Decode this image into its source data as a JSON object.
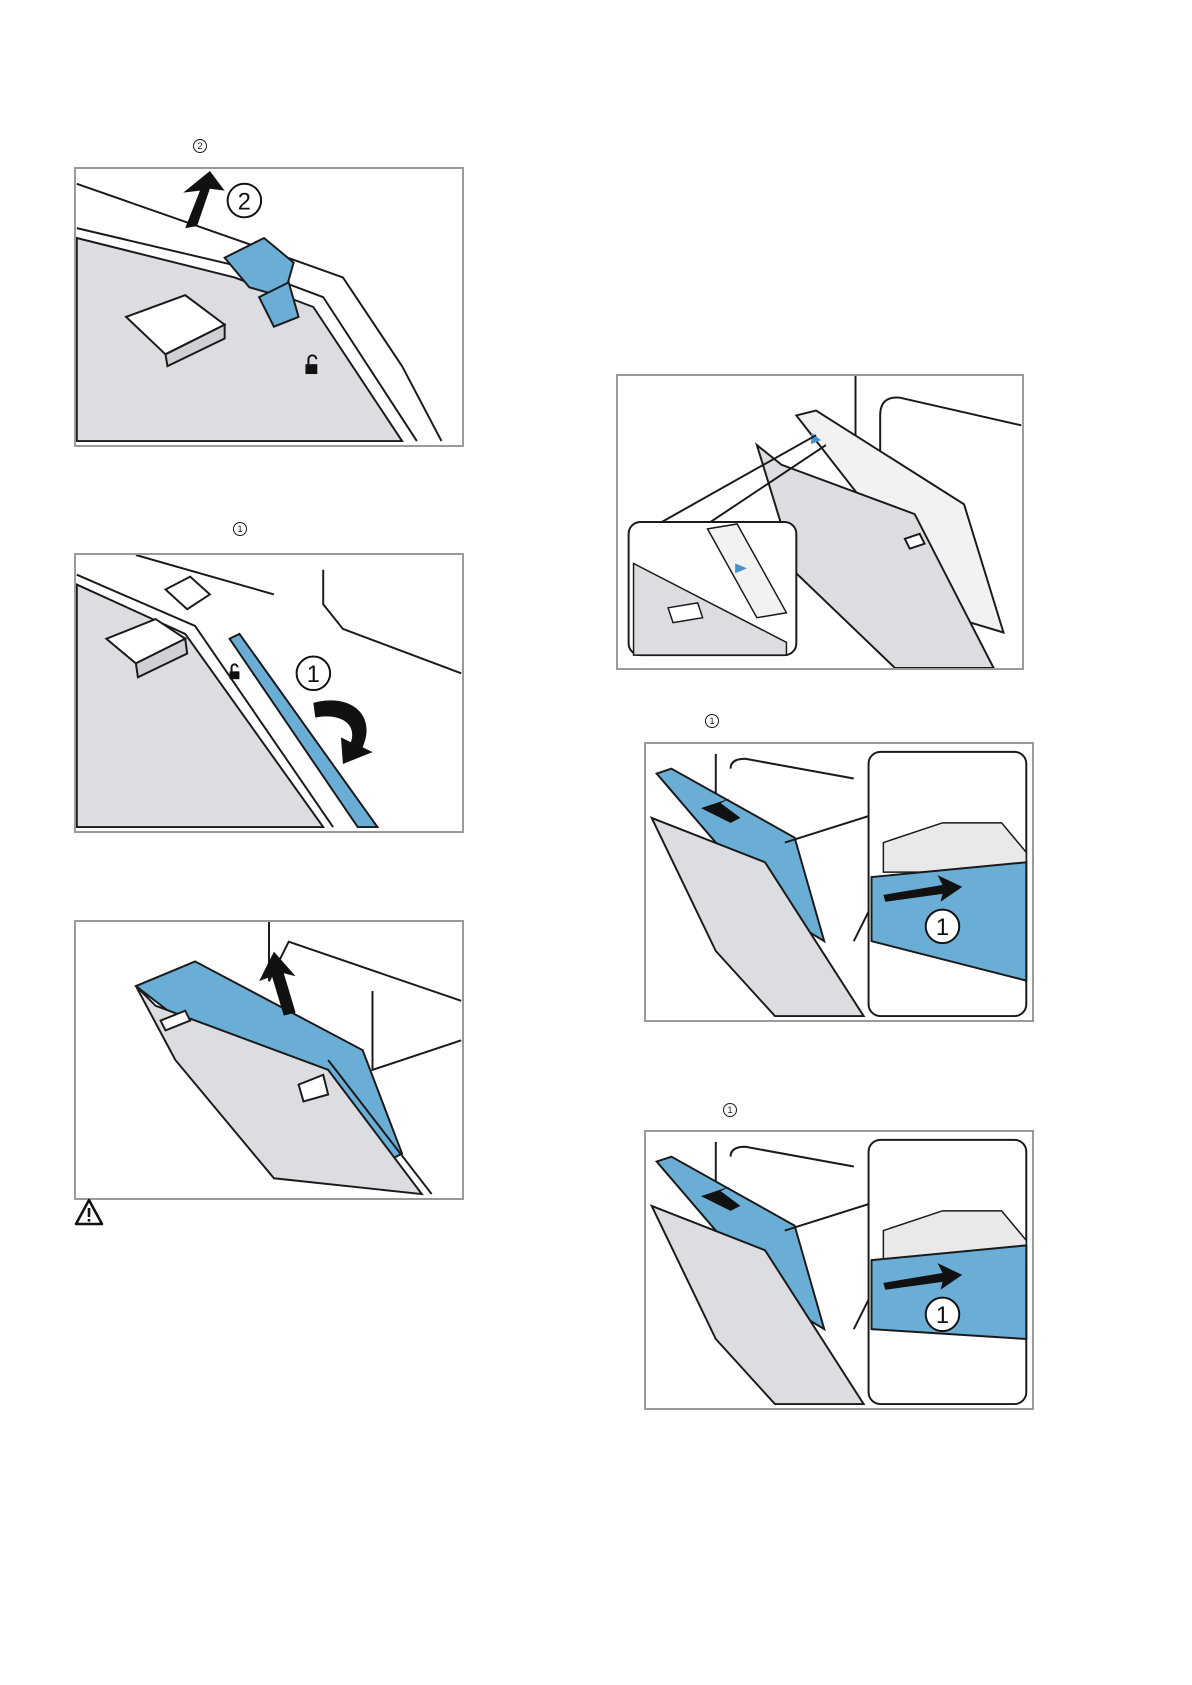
{
  "markers": {
    "fig1_step": "2",
    "fig2_step": "1",
    "fig5_step": "1",
    "fig6_step": "1"
  },
  "figures": {
    "fig1": {
      "callout": "2"
    },
    "fig2": {
      "callout": "1"
    },
    "fig5": {
      "callout": "1"
    },
    "fig6": {
      "callout": "1"
    }
  },
  "icons": {
    "warning": "warning-triangle-icon",
    "lock": "unlock-padlock-icon"
  },
  "colors": {
    "accent_blue": "#6aaed6",
    "panel_gray": "#dcdde1",
    "frame_gray": "#9a9a9a",
    "line": "#1a1a1a"
  }
}
